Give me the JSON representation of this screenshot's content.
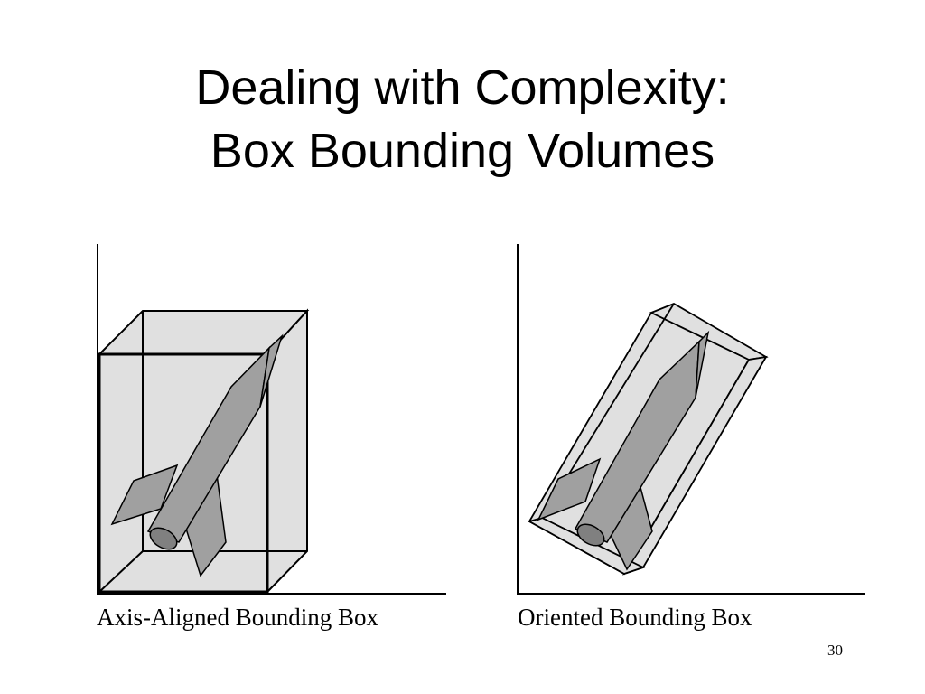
{
  "slide": {
    "title_line1": "Dealing with Complexity:",
    "title_line2": "Box Bounding Volumes",
    "page_number": "30"
  },
  "diagrams": [
    {
      "caption": "Axis-Aligned Bounding Box",
      "box_type": "axis-aligned"
    },
    {
      "caption": "Oriented Bounding Box",
      "box_type": "oriented"
    }
  ],
  "colors": {
    "box_fill": "#e0e0e0",
    "rocket_fill": "#a0a0a0",
    "rocket_end": "#808080",
    "stroke": "#000000"
  }
}
